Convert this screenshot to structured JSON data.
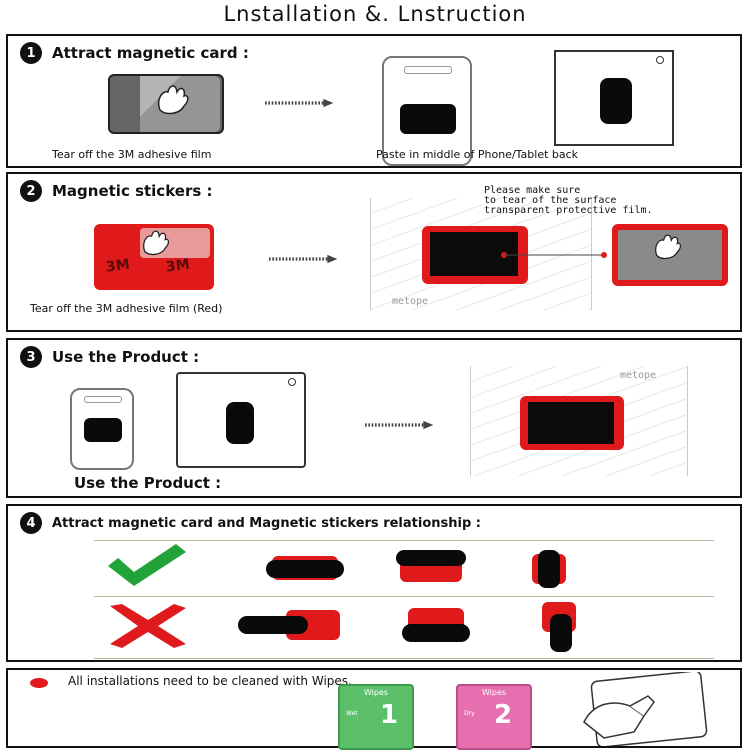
{
  "title": "Lnstallation &. Lnstruction",
  "step1": {
    "number": "1",
    "heading": "Attract magnetic card :",
    "caption_left": "Tear off the 3M adhesive film",
    "caption_right": "Paste in middle of Phone/Tablet back"
  },
  "step2": {
    "number": "2",
    "heading": "Magnetic stickers :",
    "caption_left": "Tear off the 3M adhesive film (Red)",
    "note_line1": "Please make sure",
    "note_line2": "to tear of the surface",
    "note_line3": "transparent protective film.",
    "sticker_text": "3M",
    "brand": "metope"
  },
  "step3": {
    "number": "3",
    "heading": "Use the Product :",
    "footer": "Use the Product :",
    "brand": "metope"
  },
  "step4": {
    "number": "4",
    "heading": "Attract magnetic card and Magnetic stickers relationship :"
  },
  "note": {
    "text": "All installations need to be cleaned with Wipes.",
    "wipe1_title": "Wipes",
    "wipe1_number": "1",
    "wipe1_tag": "Wet",
    "wipe2_title": "Wipes",
    "wipe2_number": "2",
    "wipe2_tag": "Dry"
  },
  "colors": {
    "accent_red": "#e01a1a",
    "check_green": "#22a33a",
    "cross_red": "#e0191f",
    "wipe_green": "#5cc06a",
    "wipe_pink": "#e66fb0"
  }
}
